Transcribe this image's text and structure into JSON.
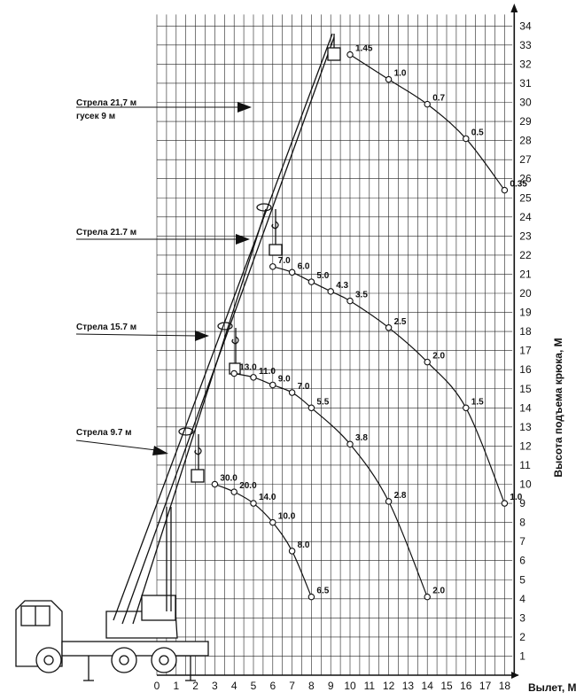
{
  "chart_data": {
    "type": "line",
    "xlabel": "Вылет, М",
    "ylabel": "Высота подъема крюка, М",
    "xlim": [
      0,
      18
    ],
    "ylim": [
      0,
      34
    ],
    "x_ticks": [
      0,
      1,
      2,
      3,
      4,
      5,
      6,
      7,
      8,
      9,
      10,
      11,
      12,
      13,
      14,
      15,
      16,
      17,
      18
    ],
    "y_ticks": [
      1,
      2,
      3,
      4,
      5,
      6,
      7,
      8,
      9,
      10,
      11,
      12,
      13,
      14,
      15,
      16,
      17,
      18,
      19,
      20,
      21,
      22,
      23,
      24,
      25,
      26,
      27,
      28,
      29,
      30,
      31,
      32,
      33,
      34
    ],
    "grid": true,
    "series": [
      {
        "name": "Стрела 9.7 м",
        "points": [
          {
            "x": 3.0,
            "y": 10.0,
            "label": "30.0"
          },
          {
            "x": 4.0,
            "y": 9.6,
            "label": "20.0"
          },
          {
            "x": 5.0,
            "y": 9.0,
            "label": "14.0"
          },
          {
            "x": 6.0,
            "y": 8.0,
            "label": "10.0"
          },
          {
            "x": 7.0,
            "y": 6.5,
            "label": "8.0"
          },
          {
            "x": 8.0,
            "y": 4.1,
            "label": "6.5"
          }
        ]
      },
      {
        "name": "Стрела 15.7 м",
        "points": [
          {
            "x": 4.0,
            "y": 15.8,
            "label": "13.0"
          },
          {
            "x": 5.0,
            "y": 15.6,
            "label": "11.0"
          },
          {
            "x": 6.0,
            "y": 15.2,
            "label": "9.0"
          },
          {
            "x": 7.0,
            "y": 14.8,
            "label": "7.0"
          },
          {
            "x": 8.0,
            "y": 14.0,
            "label": "5.5"
          },
          {
            "x": 10.0,
            "y": 12.1,
            "label": "3.8"
          },
          {
            "x": 12.0,
            "y": 9.1,
            "label": "2.8"
          },
          {
            "x": 14.0,
            "y": 4.1,
            "label": "2.0"
          }
        ]
      },
      {
        "name": "Стрела 21.7 м",
        "points": [
          {
            "x": 6.0,
            "y": 21.4,
            "label": "7.0"
          },
          {
            "x": 7.0,
            "y": 21.1,
            "label": "6.0"
          },
          {
            "x": 8.0,
            "y": 20.6,
            "label": "5.0"
          },
          {
            "x": 9.0,
            "y": 20.1,
            "label": "4.3"
          },
          {
            "x": 10.0,
            "y": 19.6,
            "label": "3.5"
          },
          {
            "x": 12.0,
            "y": 18.2,
            "label": "2.5"
          },
          {
            "x": 14.0,
            "y": 16.4,
            "label": "2.0"
          },
          {
            "x": 16.0,
            "y": 14.0,
            "label": "1.5"
          },
          {
            "x": 18.0,
            "y": 9.0,
            "label": "1.0"
          }
        ]
      },
      {
        "name": "Стрела 21,7 м гусек 9 м",
        "points": [
          {
            "x": 10.0,
            "y": 32.5,
            "label": "1.45"
          },
          {
            "x": 12.0,
            "y": 31.2,
            "label": "1.0"
          },
          {
            "x": 14.0,
            "y": 29.9,
            "label": "0.7"
          },
          {
            "x": 16.0,
            "y": 28.1,
            "label": "0.5"
          },
          {
            "x": 18.0,
            "y": 25.4,
            "label": "0.35"
          }
        ]
      }
    ],
    "boom_labels": {
      "jib_line1": "Стрела 21,7 м",
      "jib_line2": "гусек 9 м",
      "boom21": "Стрела 21.7 м",
      "boom15": "Стрела 15.7 м",
      "boom9": "Стрела 9.7 м"
    }
  }
}
